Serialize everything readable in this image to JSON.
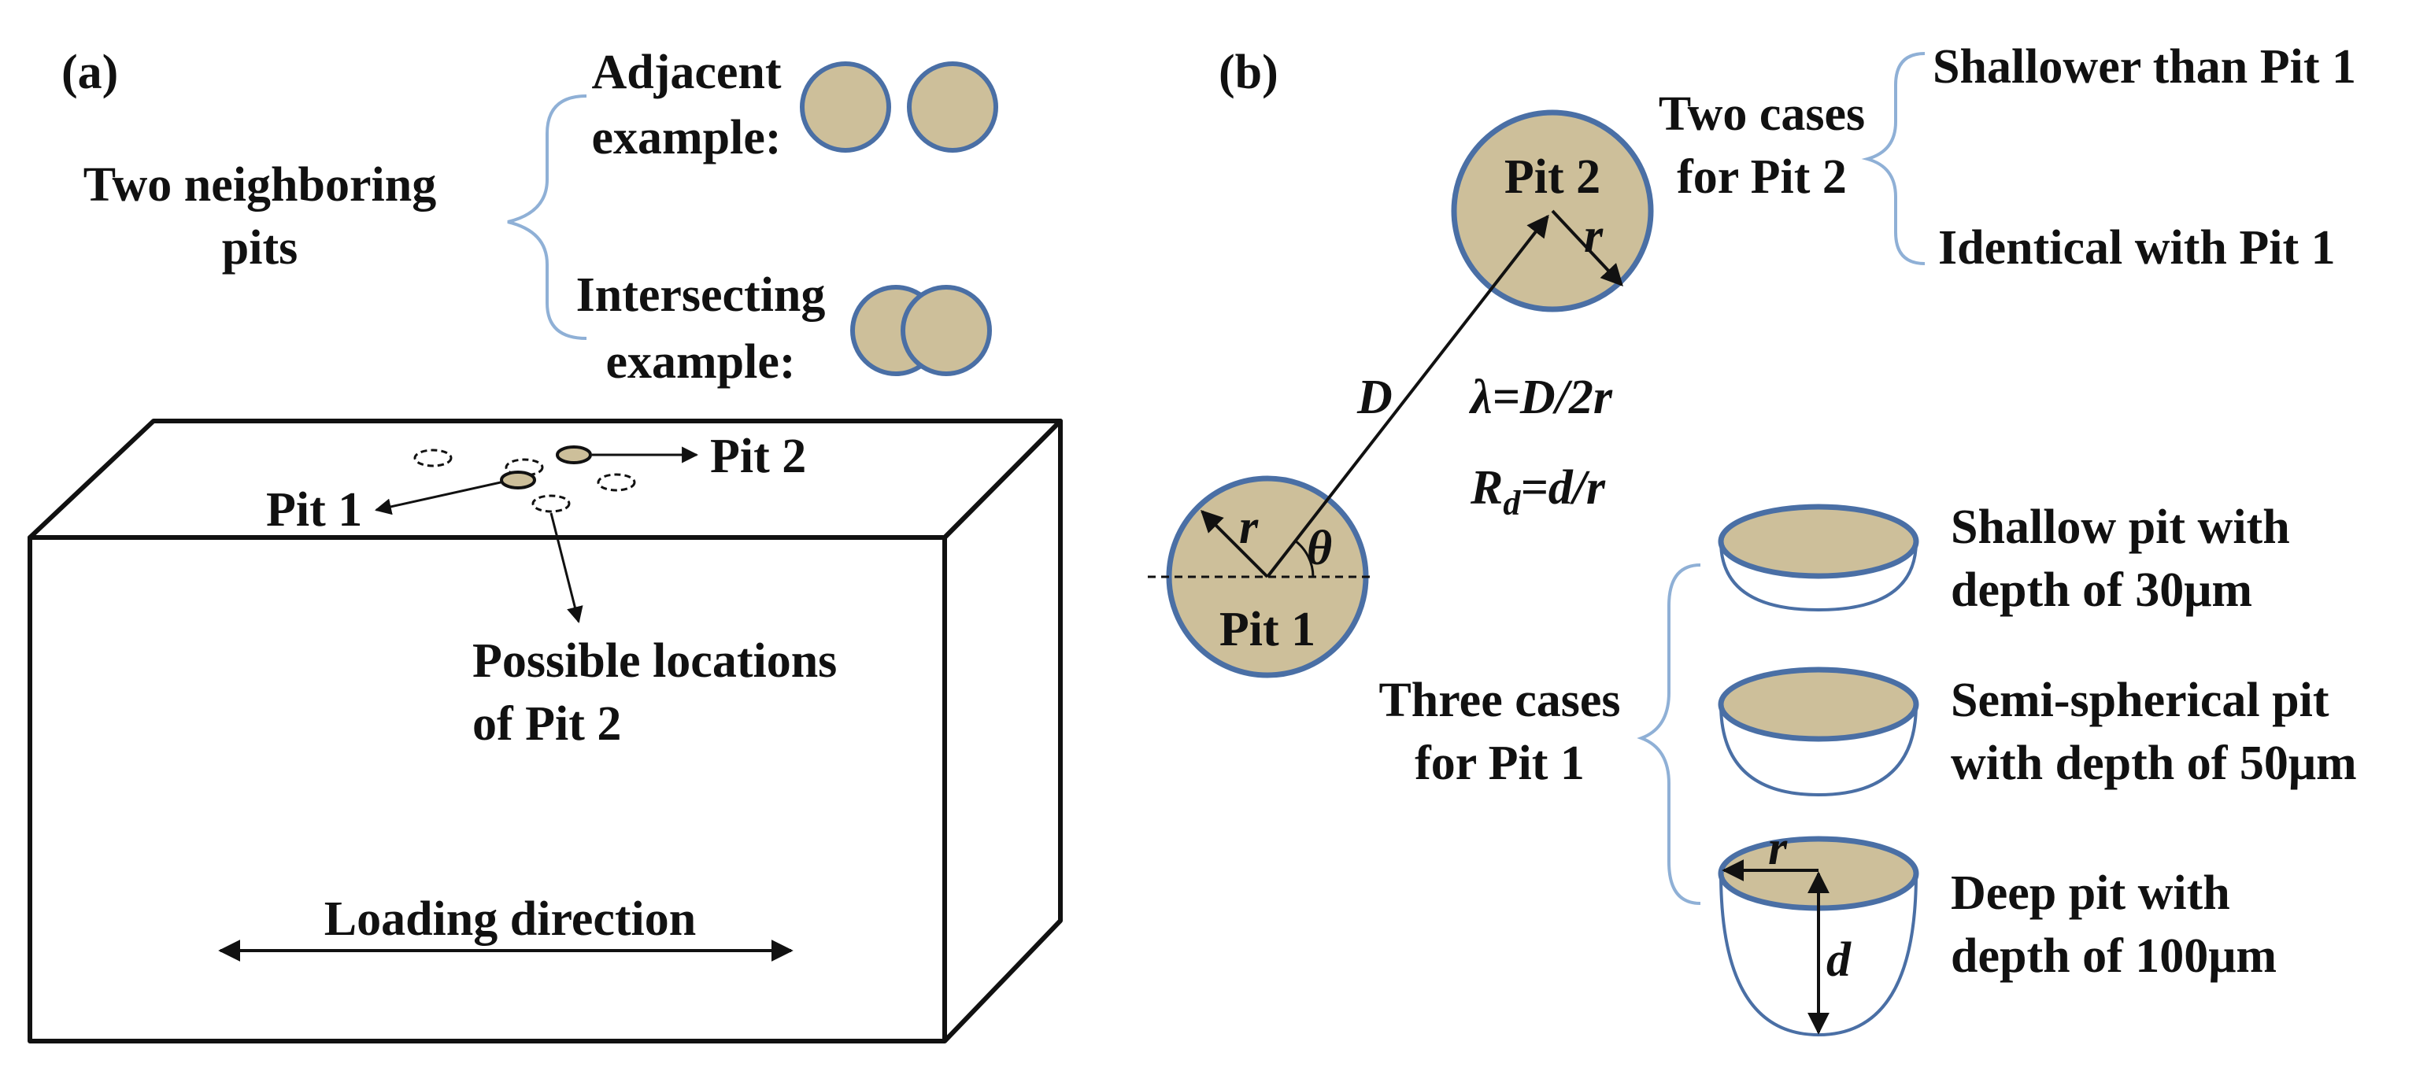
{
  "colors": {
    "pit_fill": "#CDBF9A",
    "pit_stroke": "#4A6FA5",
    "brace": "#8FB0D6",
    "line": "#111111"
  },
  "panel_a": {
    "label": "(a)",
    "group_title_1": "Two neighboring",
    "group_title_2": "pits",
    "adjacent_label_1": "Adjacent",
    "adjacent_label_2": "example:",
    "intersecting_label_1": "Intersecting",
    "intersecting_label_2": "example:",
    "pit1_label": "Pit 1",
    "pit2_label": "Pit 2",
    "possible_label_1": "Possible locations",
    "possible_label_2": "of Pit 2",
    "loading_label": "Loading direction"
  },
  "panel_b": {
    "label": "(b)",
    "pit1_label": "Pit 1",
    "pit2_label": "Pit 2",
    "r_symbol": "r",
    "D_symbol": "D",
    "theta_symbol": "θ",
    "d_symbol": "d",
    "lambda_formula": "λ=D/2r",
    "rd_R": "R",
    "rd_sub": "d",
    "rd_rest": "=d/r",
    "two_cases_1": "Two cases",
    "two_cases_2": "for Pit 2",
    "shallower": "Shallower than Pit 1",
    "identical": "Identical with Pit 1",
    "three_cases_1": "Three cases",
    "three_cases_2": "for Pit 1",
    "shallow_1": "Shallow pit with",
    "shallow_2": "depth of 30μm",
    "semi_1": "Semi-spherical pit",
    "semi_2": "with depth of 50μm",
    "deep_1": "Deep pit with",
    "deep_2": "depth of 100μm"
  }
}
